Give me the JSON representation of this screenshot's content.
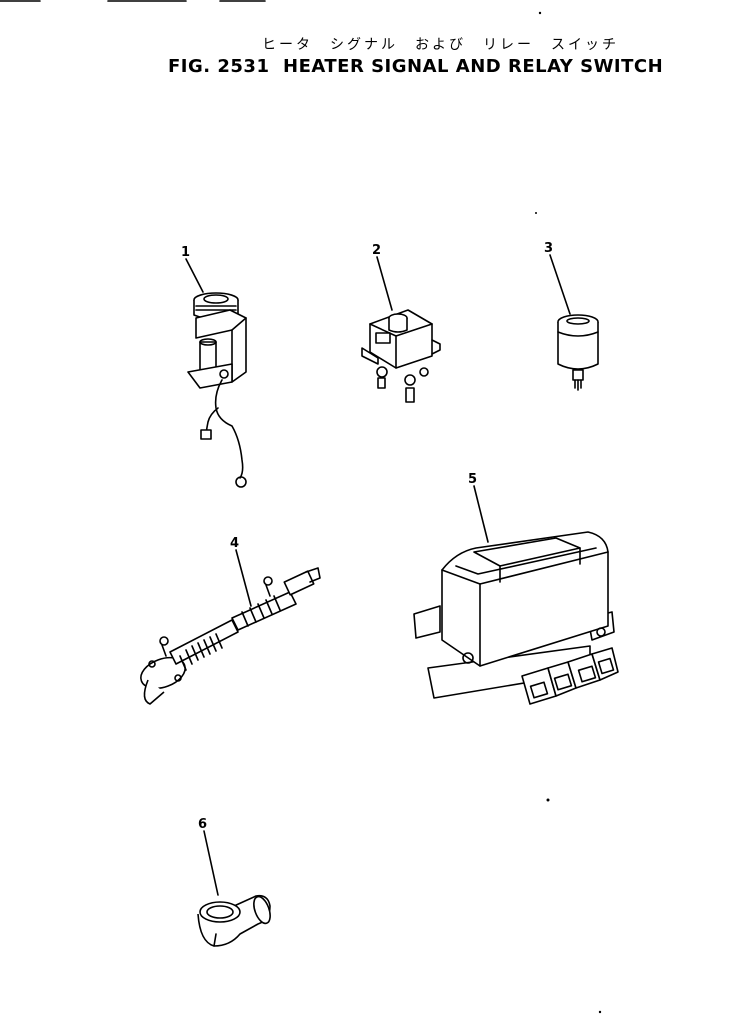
{
  "figure": {
    "title_jp": "ヒータ　シグナル　および　リレー　スイッチ",
    "title_en": "FIG. 2531  HEATER SIGNAL AND RELAY SWITCH"
  },
  "callouts": [
    {
      "id": "1",
      "label": "1"
    },
    {
      "id": "2",
      "label": "2"
    },
    {
      "id": "3",
      "label": "3"
    },
    {
      "id": "4",
      "label": "4"
    },
    {
      "id": "5",
      "label": "5"
    },
    {
      "id": "6",
      "label": "6"
    }
  ]
}
